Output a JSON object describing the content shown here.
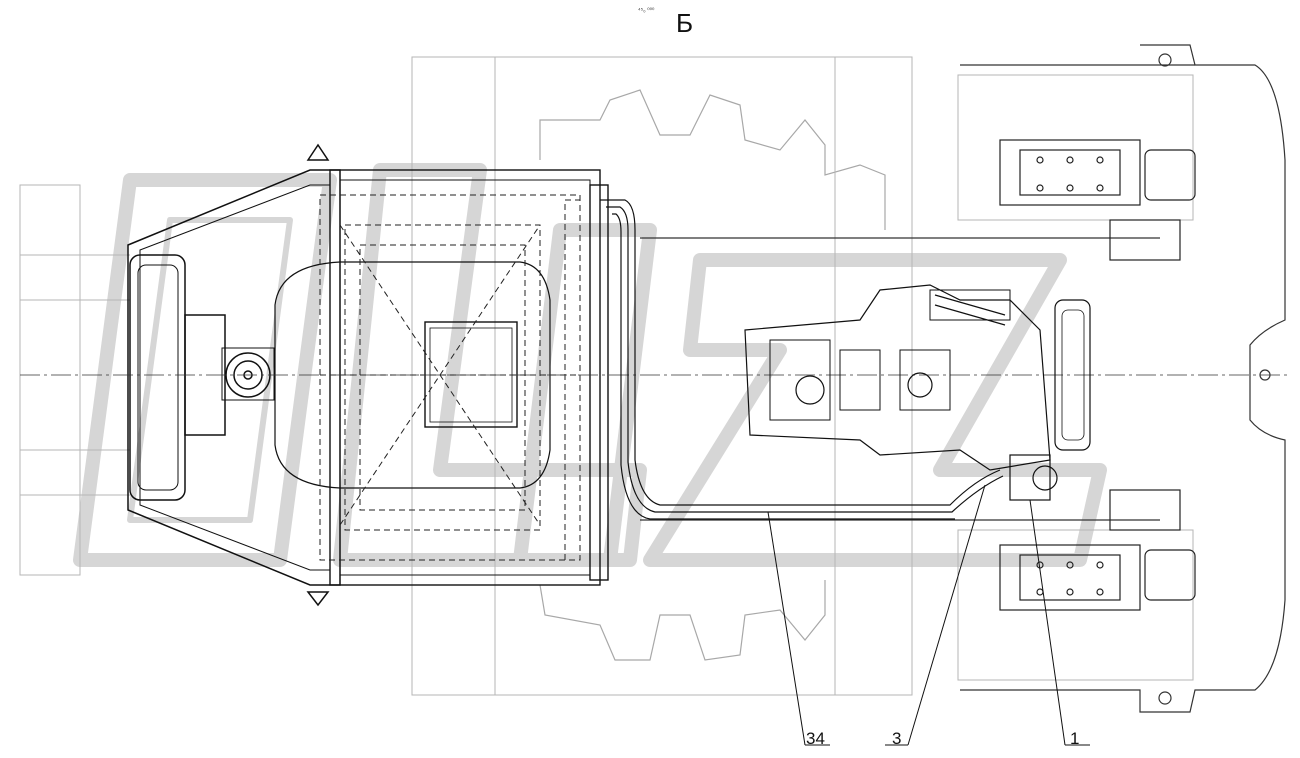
{
  "view": {
    "letter": "Б",
    "scale_mark": "⁴⁵₀ ⁰⁰⁰"
  },
  "callouts": [
    {
      "label": "34"
    },
    {
      "label": "3"
    },
    {
      "label": "1"
    }
  ],
  "watermark": {
    "text": "OLIZ"
  },
  "colors": {
    "line": "#222222",
    "faint": "#9a9a9a",
    "watermark": "#dcdcdc"
  }
}
